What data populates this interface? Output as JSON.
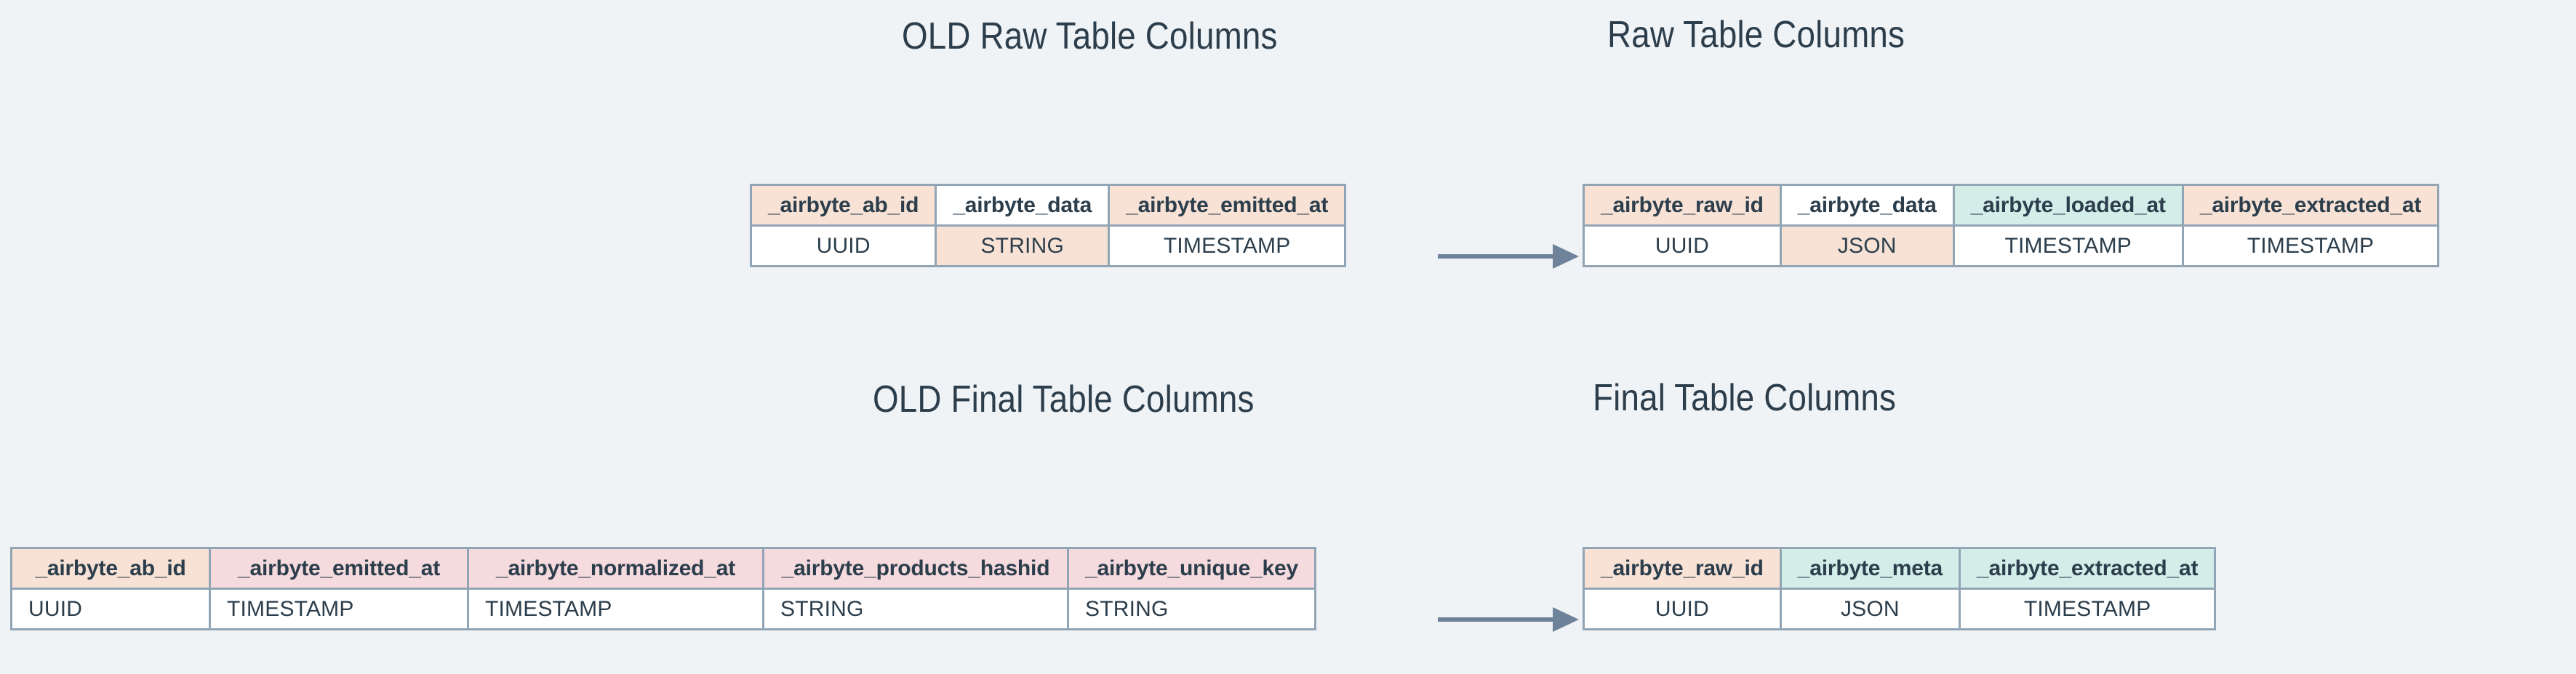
{
  "page": {
    "background_color": "#F0F3F6",
    "text_color": "#2C3E4C",
    "border_color": "#92A5B5",
    "accent_peach": "#F7E2D5",
    "accent_mint": "#D3EDE9",
    "accent_pink": "#F5DADE",
    "arrow_color": "#6E8299"
  },
  "sections": {
    "raw": {
      "old_title": "OLD Raw Table Columns",
      "new_title": "Raw Table Columns",
      "arrow_name": "arrow-old-raw-to-raw"
    },
    "final": {
      "old_title": "OLD Final Table Columns",
      "new_title": "Final Table Columns",
      "arrow_name": "arrow-old-final-to-final"
    }
  },
  "tables": {
    "old_raw": {
      "name": "OLD Raw Table Columns",
      "columns": [
        {
          "header": "_airbyte_ab_id",
          "type": "UUID",
          "header_color": "peach",
          "type_color": "white"
        },
        {
          "header": "_airbyte_data",
          "type": "STRING",
          "header_color": "white",
          "type_color": "peach"
        },
        {
          "header": "_airbyte_emitted_at",
          "type": "TIMESTAMP",
          "header_color": "peach",
          "type_color": "white"
        }
      ]
    },
    "new_raw": {
      "name": "Raw Table Columns",
      "columns": [
        {
          "header": "_airbyte_raw_id",
          "type": "UUID",
          "header_color": "peach",
          "type_color": "white"
        },
        {
          "header": "_airbyte_data",
          "type": "JSON",
          "header_color": "white",
          "type_color": "peach"
        },
        {
          "header": "_airbyte_loaded_at",
          "type": "TIMESTAMP",
          "header_color": "mint",
          "type_color": "white"
        },
        {
          "header": "_airbyte_extracted_at",
          "type": "TIMESTAMP",
          "header_color": "peach",
          "type_color": "white"
        }
      ]
    },
    "old_final": {
      "name": "OLD Final Table Columns",
      "columns": [
        {
          "header": "_airbyte_ab_id",
          "type": "UUID",
          "header_color": "peach",
          "type_color": "white"
        },
        {
          "header": "_airbyte_emitted_at",
          "type": "TIMESTAMP",
          "header_color": "pink",
          "type_color": "white"
        },
        {
          "header": "_airbyte_normalized_at",
          "type": "TIMESTAMP",
          "header_color": "pink",
          "type_color": "white"
        },
        {
          "header": "_airbyte_products_hashid",
          "type": "STRING",
          "header_color": "pink",
          "type_color": "white"
        },
        {
          "header": "_airbyte_unique_key",
          "type": "STRING",
          "header_color": "pink",
          "type_color": "white"
        }
      ]
    },
    "new_final": {
      "name": "Final Table Columns",
      "columns": [
        {
          "header": "_airbyte_raw_id",
          "type": "UUID",
          "header_color": "peach",
          "type_color": "white"
        },
        {
          "header": "_airbyte_meta",
          "type": "JSON",
          "header_color": "mint",
          "type_color": "white"
        },
        {
          "header": "_airbyte_extracted_at",
          "type": "TIMESTAMP",
          "header_color": "mint",
          "type_color": "white"
        }
      ]
    }
  }
}
